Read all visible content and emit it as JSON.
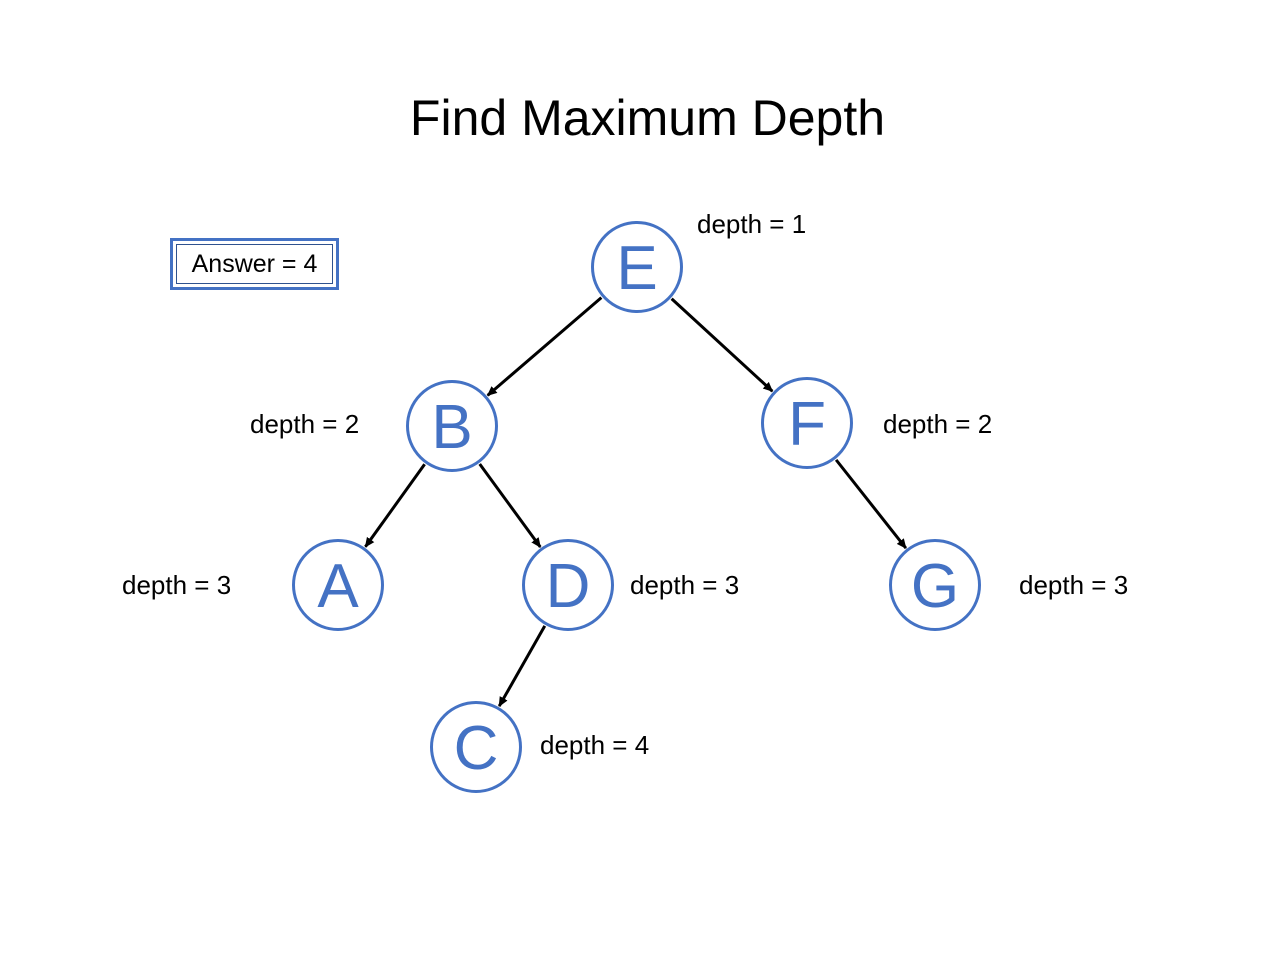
{
  "title": "Find Maximum Depth",
  "answer": "Answer = 4",
  "colors": {
    "node_stroke": "#4472c4",
    "node_text": "#4472c4",
    "edge": "#000000",
    "answer_border": "#4472c4"
  },
  "nodes": [
    {
      "id": "E",
      "label": "E",
      "depth_label": "depth = 1"
    },
    {
      "id": "B",
      "label": "B",
      "depth_label": "depth = 2"
    },
    {
      "id": "F",
      "label": "F",
      "depth_label": "depth = 2"
    },
    {
      "id": "A",
      "label": "A",
      "depth_label": "depth = 3"
    },
    {
      "id": "D",
      "label": "D",
      "depth_label": "depth = 3"
    },
    {
      "id": "G",
      "label": "G",
      "depth_label": "depth = 3"
    },
    {
      "id": "C",
      "label": "C",
      "depth_label": "depth = 4"
    }
  ],
  "edges": [
    {
      "from": "E",
      "to": "B"
    },
    {
      "from": "E",
      "to": "F"
    },
    {
      "from": "B",
      "to": "A"
    },
    {
      "from": "B",
      "to": "D"
    },
    {
      "from": "F",
      "to": "G"
    },
    {
      "from": "D",
      "to": "C"
    }
  ]
}
